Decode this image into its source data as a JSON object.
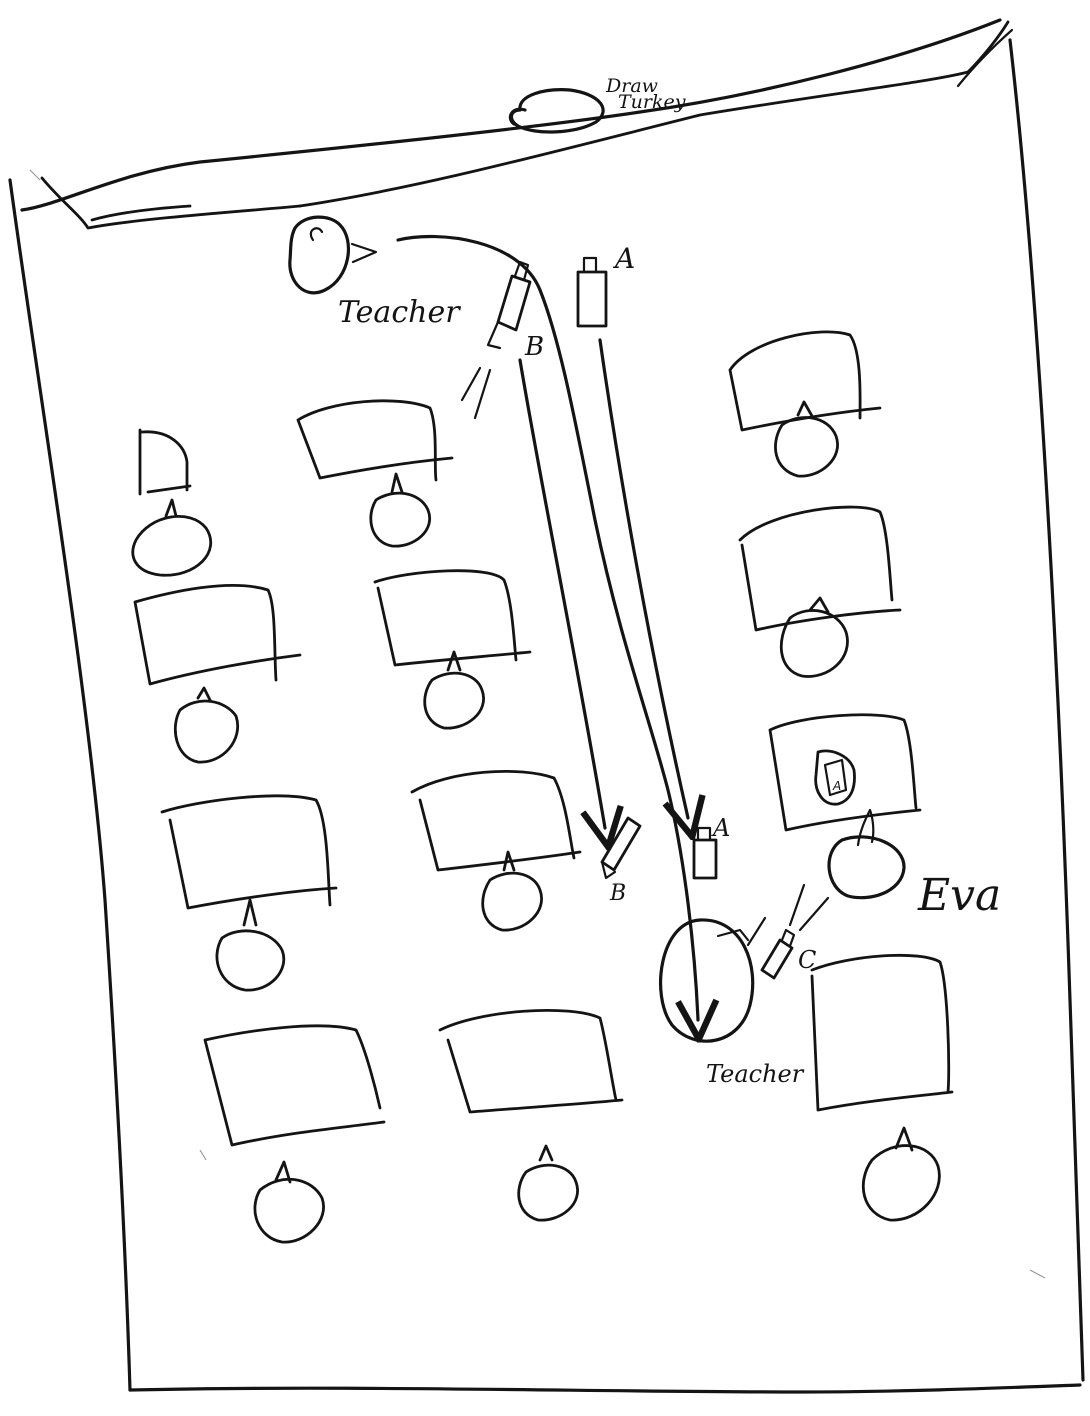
{
  "board": {
    "note_line1": "Draw",
    "note_line2": "Turkey"
  },
  "teacher_front_label": "Teacher",
  "teacher_back_label": "Teacher",
  "student_name": "Eva",
  "paper_labels": {
    "a_top": "A",
    "b_top": "B",
    "a_bottom": "A",
    "b_bottom": "B",
    "c": "C",
    "a_desk": "A"
  },
  "ink_color": "#141414"
}
